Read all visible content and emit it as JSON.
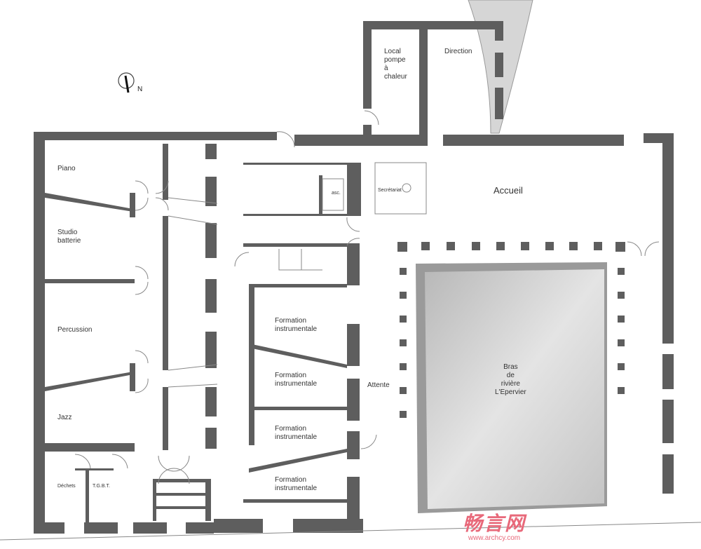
{
  "north_label": "N",
  "rooms": {
    "local_pompe": "Local\npompe\nà\nchaleur",
    "direction": "Direction",
    "piano": "Piano",
    "studio": "Studio\nbatterie",
    "percussion": "Percussion",
    "jazz": "Jazz",
    "accueil": "Accueil",
    "secretariat": "Secrétariat",
    "asc": "asc.",
    "formation1": "Formation\ninstrumentale",
    "formation2": "Formation\ninstrumentale",
    "formation3": "Formation\ninstrumentale",
    "formation4": "Formation\ninstrumentale",
    "attente": "Attente",
    "bras": "Bras\nde\nrivière\nL'Epervier",
    "dechets": "Déchets",
    "tgbt": "T.G.B.T."
  },
  "watermark": {
    "logo": "畅言网",
    "url": "www.archcy.com"
  },
  "colors": {
    "wall": "#5e5e5e",
    "water": "#c8c8c8",
    "river": "#d9d9d9",
    "watermark": "#e8697a"
  }
}
